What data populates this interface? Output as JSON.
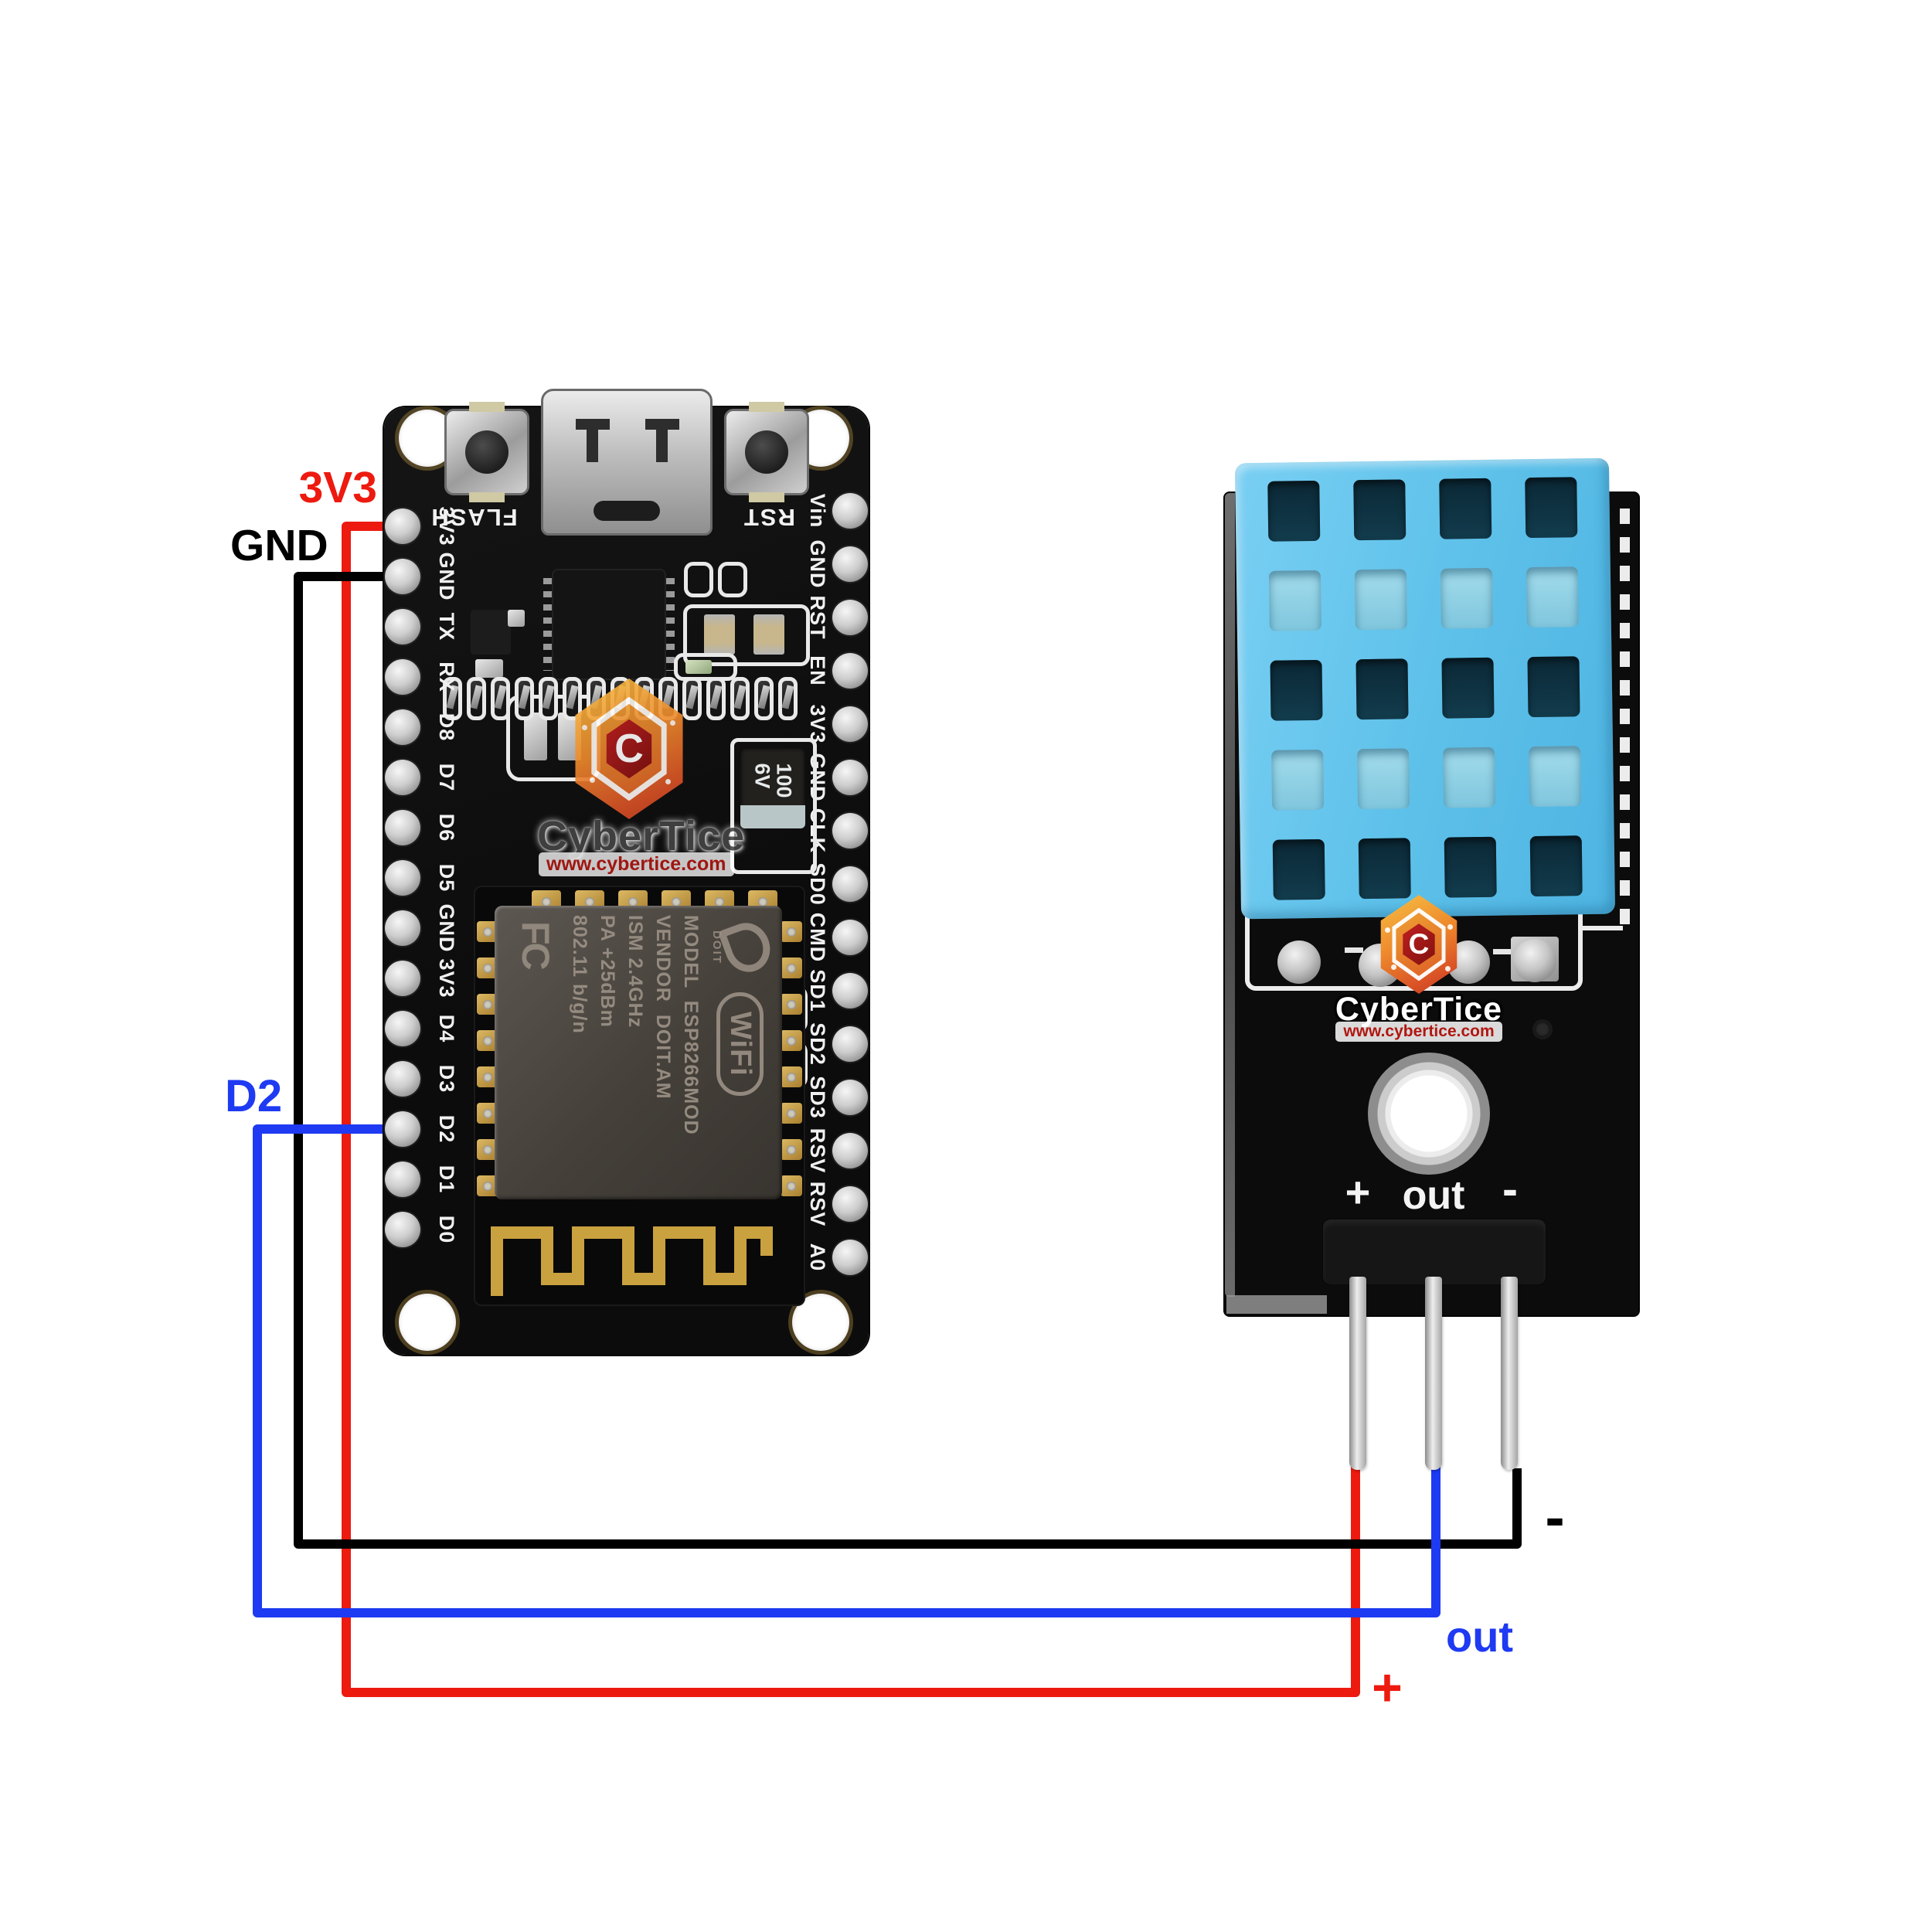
{
  "colors": {
    "wire_power_red": "#ed1a10",
    "wire_ground_black": "#000000",
    "wire_signal_blue": "#1e3af2",
    "pcb_black": "#101010",
    "sensor_blue": "#64c3ec",
    "gold": "#c9a13f",
    "silkscreen_white": "#f2f2f2"
  },
  "wire_labels": {
    "power": "3V3",
    "ground": "GND",
    "signal": "D2",
    "dht_plus": "+",
    "dht_out": "out",
    "dht_minus": "-"
  },
  "nodemcu": {
    "buttons": {
      "flash": "FLASH",
      "reset": "RST"
    },
    "left_pins": [
      "3V3",
      "GND",
      "TX",
      "RX",
      "D8",
      "D7",
      "D6",
      "D5",
      "GND",
      "3V3",
      "D4",
      "D3",
      "D2",
      "D1",
      "D0"
    ],
    "right_pins": [
      "Vin",
      "GND",
      "RST",
      "EN",
      "3V3",
      "GND",
      "CLK",
      "SD0",
      "CMD",
      "SD1",
      "SD2",
      "SD3",
      "RSV",
      "RSV",
      "A0"
    ],
    "esp_module": {
      "doit_logo": "DOIT",
      "wifi_logo": "WiFi",
      "fcc_logo": "FC",
      "spec_lines": [
        "MODEL  ESP8266MOD",
        "VENDOR  DOIT.AM",
        "ISM 2.4GHz",
        "PA +25dBm",
        "802.11 b/g/n"
      ]
    },
    "capacitor": {
      "value": "100",
      "voltage": "6V"
    }
  },
  "dht11": {
    "pinout": {
      "plus": "+",
      "out": "out",
      "minus": "-"
    }
  },
  "watermark": {
    "brand": "CyberTice",
    "url": "www.cybertice.com",
    "monogram": "C"
  }
}
